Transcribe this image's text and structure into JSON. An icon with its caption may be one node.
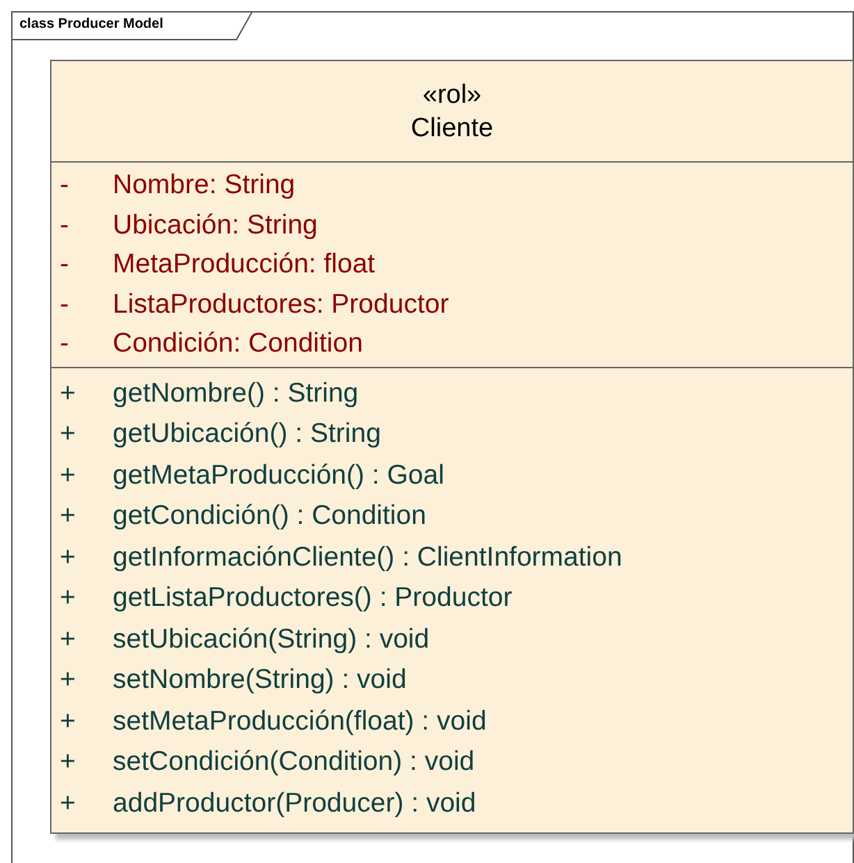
{
  "diagram": {
    "nodes": [
      {
        "text": [
          "class Producer Model"
        ]
      },
      {
        "text": [],
        "shape": "box",
        "in": 0
      },
      {
        "text": [
          "«rol»",
          "Cliente"
        ],
        "in": 1
      },
      {
        "text": [
          "-",
          "Nombre: String",
          "-",
          "Ubicación: String",
          "-",
          "MetaProducción: float",
          "-",
          "ListaProductores: Productor",
          "-",
          "Condición: Condition"
        ],
        "in": 1
      },
      {
        "text": [
          "+",
          "getNombre() : String",
          "+",
          "getUbicación() : String",
          "+",
          "getMetaProducción() : Goal",
          "+",
          "getCondición() : Condition",
          "+",
          "getInformaciónCliente() : ClientInformation",
          "+",
          "getListaProductores() : Productor",
          "+",
          "setUbicación(String) : void",
          "+",
          "setNombre(String) : void",
          "+",
          "setMetaProducción(float) : void",
          "+",
          "setCondición(Condition) : void",
          "+",
          "addProductor(Producer) : void"
        ],
        "in": 1
      }
    ]
  }
}
